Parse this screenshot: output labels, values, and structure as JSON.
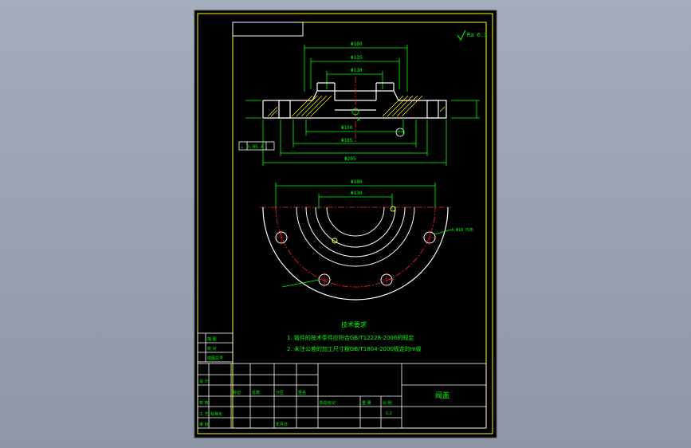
{
  "colors": {
    "background": "#9aa4b2",
    "sheet": "#000000",
    "frame": "#ffff00",
    "outline": "#ffffff",
    "dimension": "#00ff00",
    "hatch": "#ffff00",
    "centerline": "#ff2020",
    "note_text": "#00ff00"
  },
  "drawing": {
    "roughness_symbol": "Ra 6.3",
    "tech_title": "技术要求",
    "tech_note_1": "1. 锻件的技术条件应符合GB/T12228-2006的规定",
    "tech_note_2": "2. 未注公差的加工尺寸按GB/T1804-2000规定的m级",
    "part_name": "阀盖",
    "scale": "1:2",
    "tb_design": "设 计",
    "tb_check": "校 核",
    "tb_approve": "审 批",
    "tb_std": "标准化",
    "tb_process": "工 艺",
    "tb_mark": "标记",
    "tb_count": "处数",
    "tb_zone": "分区",
    "tb_date": "年月日",
    "tb_sign": "签名",
    "tb_stage": "阶段标记",
    "tb_weight": "重 量",
    "tb_scale_label": "比 例",
    "side_1": "描 图",
    "side_2": "校 对",
    "side_3": "底图总号",
    "dim_top_1": "Φ160",
    "dim_top_2": "Φ135",
    "dim_top_3": "Φ110",
    "dim_bottom_1": "Φ150",
    "dim_bottom_2": "Φ185",
    "dim_bottom_3": "Φ205",
    "dim_plan_1": "Φ180",
    "dim_plan_2": "Φ130",
    "hole_note": "4-Φ18 均布",
    "tol_frame": "⊥ 0.05 A",
    "label_a": "A"
  }
}
